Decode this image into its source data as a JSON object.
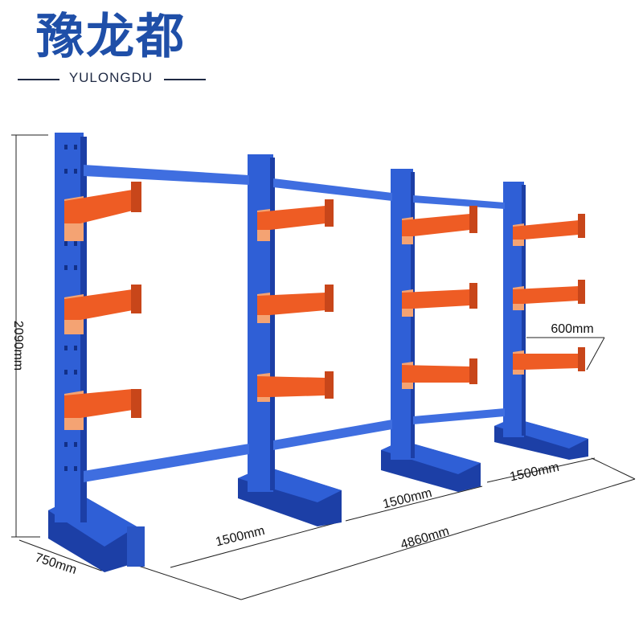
{
  "brand": {
    "name_cn": "豫龙都",
    "name_en": "YULONGDU",
    "color": "#1f4fa8"
  },
  "colors": {
    "upright": "#2f5fd6",
    "upright_dark": "#1c3fa6",
    "arm": "#ee5c24",
    "arm_dark": "#c8461a",
    "gusset": "#f4a373"
  },
  "dimensions": {
    "height": "2090mm",
    "depth": "750mm",
    "arm_length": "600mm",
    "bay1": "1500mm",
    "bay2": "1500mm",
    "bay3": "1500mm",
    "total_length": "4860mm"
  }
}
